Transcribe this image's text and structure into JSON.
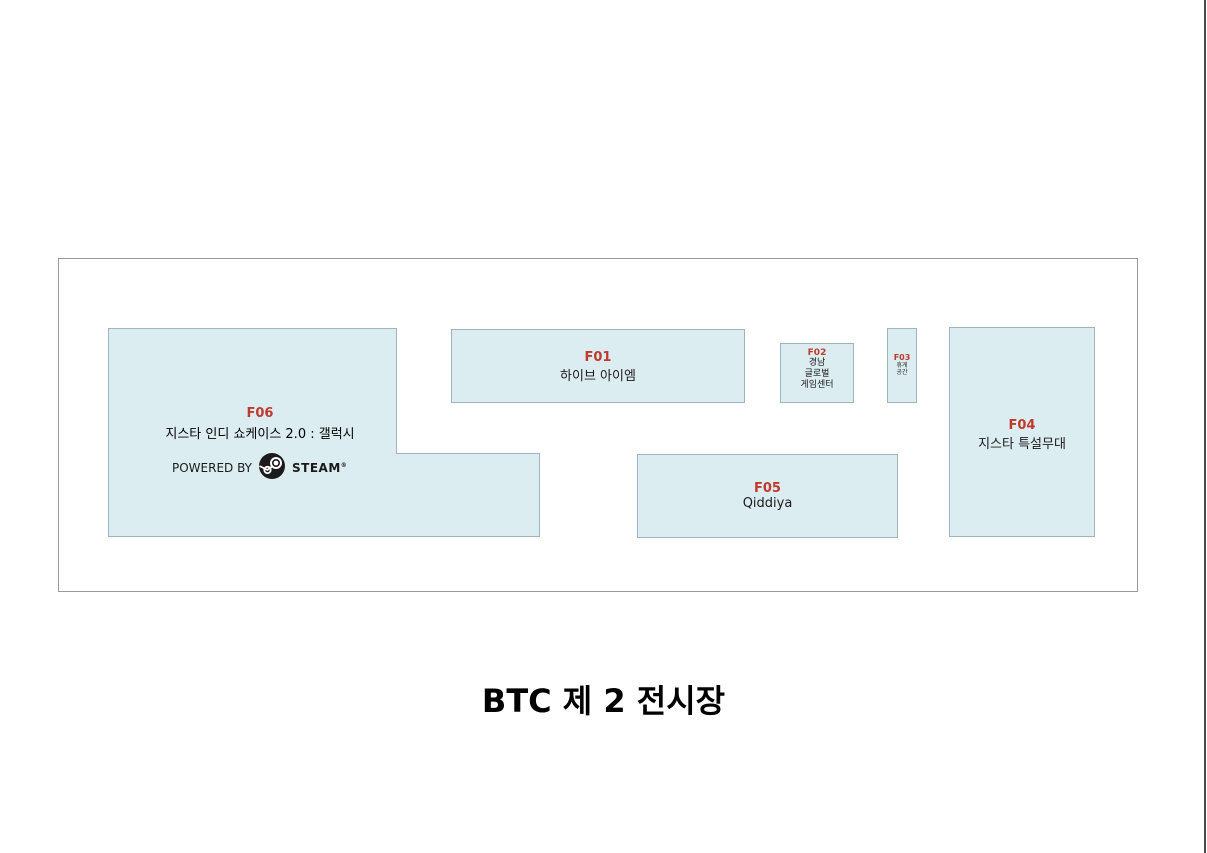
{
  "booths": {
    "f01": {
      "code": "F01",
      "name": "하이브 아이엠"
    },
    "f02": {
      "code": "F02",
      "name_lines": [
        "경남",
        "글로벌",
        "게임센터"
      ]
    },
    "f03": {
      "code": "F03",
      "name_lines": [
        "휴게",
        "공간"
      ]
    },
    "f04": {
      "code": "F04",
      "name": "지스타 특설무대"
    },
    "f05": {
      "code": "F05",
      "name": "Qiddiya"
    },
    "f06": {
      "code": "F06",
      "name": "지스타 인디 쇼케이스 2.0 : 갤럭시",
      "sponsor_prefix": "POWERED BY",
      "sponsor_brand": "STEAM",
      "sponsor_mark": "®"
    }
  },
  "hall_title": "BTC 제 2 전시장",
  "colors": {
    "booth_fill": "#dcedf2",
    "booth_code": "#c0392b"
  },
  "icons": {
    "steam": "steam-logo-icon"
  }
}
